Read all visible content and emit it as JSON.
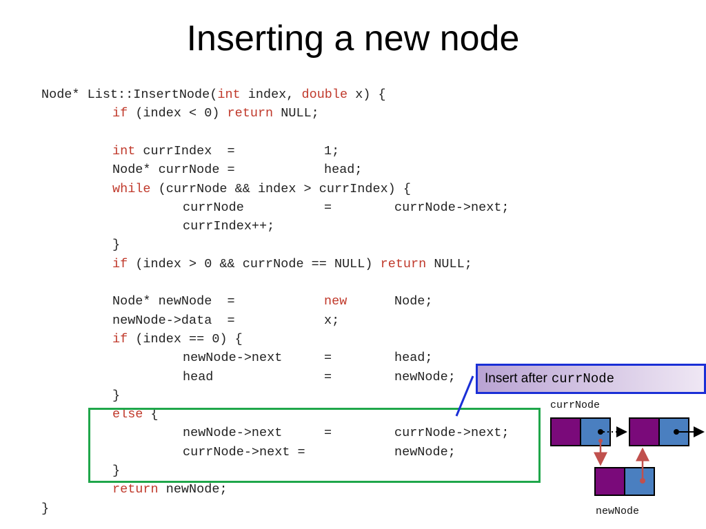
{
  "title": "Inserting a new node",
  "code": [
    {
      "indent": 0,
      "tokens": [
        {
          "t": "Node* List::InsertNode("
        },
        {
          "t": "int",
          "kw": true
        },
        {
          "t": " index, "
        },
        {
          "t": "double",
          "kw": true
        },
        {
          "t": " x) {"
        }
      ]
    },
    {
      "indent": 1,
      "tokens": [
        {
          "t": "if",
          "kw": true
        },
        {
          "t": " (index < 0) "
        },
        {
          "t": "return",
          "kw": true
        },
        {
          "t": " NULL;"
        }
      ]
    },
    {
      "indent": 0,
      "tokens": []
    },
    {
      "indent": 1,
      "tokens": [
        {
          "t": "int",
          "kw": true
        },
        {
          "t": " currIndex  ="
        },
        {
          "t": "1;",
          "col": 2
        }
      ]
    },
    {
      "indent": 1,
      "tokens": [
        {
          "t": "Node* currNode ="
        },
        {
          "t": "head;",
          "col": 2
        }
      ]
    },
    {
      "indent": 1,
      "tokens": [
        {
          "t": "while",
          "kw": true
        },
        {
          "t": " (currNode && index > currIndex) {"
        }
      ]
    },
    {
      "indent": 2,
      "tokens": [
        {
          "t": "currNode"
        },
        {
          "t": "=",
          "col": 3
        },
        {
          "t": "currNode->next;",
          "col": 4
        }
      ]
    },
    {
      "indent": 2,
      "tokens": [
        {
          "t": "currIndex++;"
        }
      ]
    },
    {
      "indent": 1,
      "tokens": [
        {
          "t": "}"
        }
      ]
    },
    {
      "indent": 1,
      "tokens": [
        {
          "t": "if",
          "kw": true
        },
        {
          "t": " (index > 0 && currNode == NULL) "
        },
        {
          "t": "return",
          "kw": true
        },
        {
          "t": " NULL;"
        }
      ]
    },
    {
      "indent": 0,
      "tokens": []
    },
    {
      "indent": 1,
      "tokens": [
        {
          "t": "Node* newNode  ="
        },
        {
          "t": "new",
          "kw": true,
          "col": 2
        },
        {
          "t": "Node;",
          "col": 4
        }
      ]
    },
    {
      "indent": 1,
      "tokens": [
        {
          "t": "newNode->data  ="
        },
        {
          "t": "x;",
          "col": 2
        }
      ]
    },
    {
      "indent": 1,
      "tokens": [
        {
          "t": "if",
          "kw": true
        },
        {
          "t": " (index == 0) {"
        }
      ]
    },
    {
      "indent": 2,
      "tokens": [
        {
          "t": "newNode->next"
        },
        {
          "t": "=",
          "col": 3
        },
        {
          "t": "head;",
          "col": 4
        }
      ]
    },
    {
      "indent": 2,
      "tokens": [
        {
          "t": "head"
        },
        {
          "t": "=",
          "col": 3
        },
        {
          "t": "newNode;",
          "col": 4
        }
      ]
    },
    {
      "indent": 1,
      "tokens": [
        {
          "t": "}"
        }
      ]
    },
    {
      "indent": 1,
      "tokens": [
        {
          "t": "else",
          "kw": true
        },
        {
          "t": " {"
        }
      ]
    },
    {
      "indent": 2,
      "tokens": [
        {
          "t": "newNode->next"
        },
        {
          "t": "=",
          "col": 3
        },
        {
          "t": "currNode->next;",
          "col": 4
        }
      ]
    },
    {
      "indent": 2,
      "tokens": [
        {
          "t": "currNode->next ="
        },
        {
          "t": "newNode;",
          "col": 4
        }
      ]
    },
    {
      "indent": 1,
      "tokens": [
        {
          "t": "}"
        }
      ]
    },
    {
      "indent": 1,
      "tokens": [
        {
          "t": "return",
          "kw": true
        },
        {
          "t": " newNode;"
        }
      ]
    },
    {
      "indent": 0,
      "tokens": [
        {
          "t": "}"
        }
      ]
    }
  ],
  "callout": {
    "text": "Insert after",
    "mono": "currNode"
  },
  "diagram": {
    "curr_label": "currNode",
    "new_label": "newNode"
  },
  "colors": {
    "keyword": "#c0392b",
    "box": "#1fa64a",
    "callout_border": "#1a2fd6",
    "node_data": "#7a0a7a",
    "node_next": "#4a7fc0",
    "link_red": "#c0504d"
  }
}
